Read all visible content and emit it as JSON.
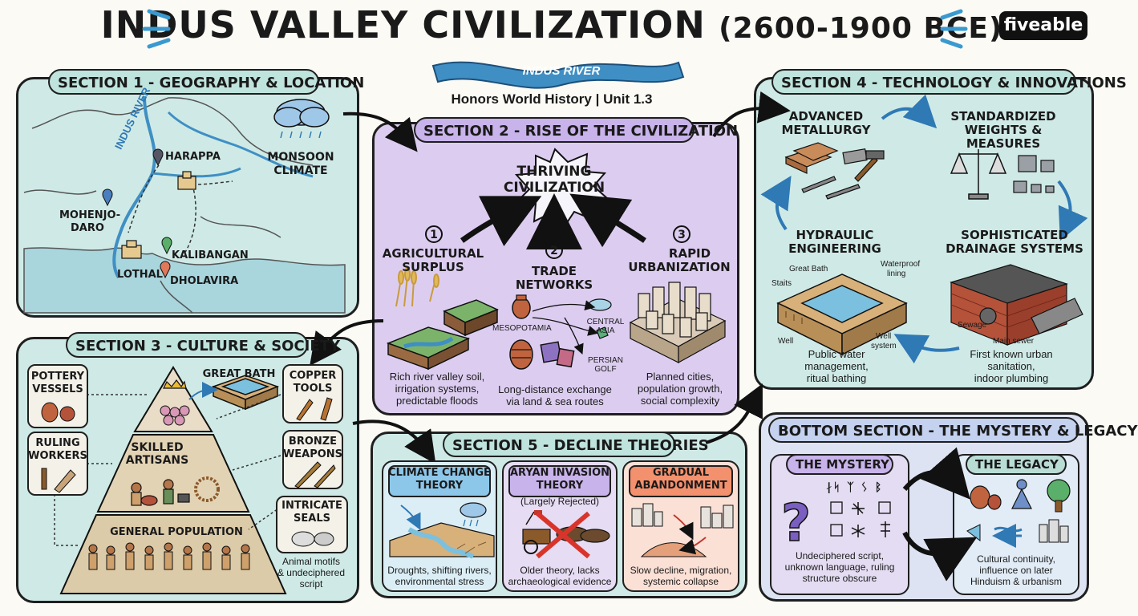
{
  "header": {
    "title_main": "INDUS VALLEY CIVILIZATION",
    "title_years": "(2600-1900 BCE)",
    "river_banner": "INDUS RIVER",
    "subtitle": "Honors World History | Unit 1.3",
    "logo": "fiveable"
  },
  "section1": {
    "heading": "SECTION 1 - GEOGRAPHY & LOCATION",
    "river_label": "INDUS RIVER",
    "sites": [
      "HARAPPA",
      "MOHENJO-",
      "DARO",
      "KALIBANGAN",
      "LOTHAL",
      "DHOLAVIRA"
    ],
    "climate_line1": "MONSOON",
    "climate_line2": "CLIMATE"
  },
  "section2": {
    "heading": "SECTION 2 - RISE OF THE CIVILIZATION",
    "center_line1": "THRIVING",
    "center_line2": "CIVILIZATION",
    "factors": [
      {
        "number": "1",
        "line1": "AGRICULTURAL",
        "line2": "SURPLUS",
        "desc1": "Rich river valley soil,",
        "desc2": "irrigation systems,",
        "desc3": "predictable floods"
      },
      {
        "number": "2",
        "line1": "TRADE",
        "line2": "NETWORKS",
        "desc1": "Long-distance exchange",
        "desc2": "via land & sea routes",
        "desc3": ""
      },
      {
        "number": "3",
        "line1": "RAPID",
        "line2": "URBANIZATION",
        "desc1": "Planned cities,",
        "desc2": "population growth,",
        "desc3": "social complexity"
      }
    ],
    "trade_places": {
      "mesopotamia": "MESOPOTAMIA",
      "central1": "CENTRAL",
      "central2": "ASIA",
      "persian1": "PERSIAN",
      "persian2": "GOLF"
    }
  },
  "section3": {
    "heading": "SECTION 3 - CULTURE & SOCIETY",
    "left_boxes": [
      {
        "line1": "POTTERY",
        "line2": "VESSELS"
      },
      {
        "line1": "RULING",
        "line2": "WORKERS"
      }
    ],
    "right_boxes": [
      {
        "line1": "COPPER",
        "line2": "TOOLS"
      },
      {
        "line1": "BRONZE",
        "line2": "WEAPONS"
      },
      {
        "line1": "INTRICATE",
        "line2": "SEALS"
      }
    ],
    "great_bath": "GREAT BATH",
    "tier2_line1": "SKILLED",
    "tier2_line2": "ARTISANS",
    "tier3": "GENERAL POPULATION",
    "seal_note1": "Animal motifs",
    "seal_note2": "& undeciphered",
    "seal_note3": "script"
  },
  "section4": {
    "heading": "SECTION 4 - TECHNOLOGY & INNOVATIONS",
    "metal_line1": "ADVANCED",
    "metal_line2": "METALLURGY",
    "weights_line1": "STANDARDIZED",
    "weights_line2": "WEIGHTS & MEASURES",
    "hydraulic_line1": "HYDRAULIC",
    "hydraulic_line2": "ENGINEERING",
    "drainage_line1": "SOPHISTICATED",
    "drainage_line2": "DRAINAGE SYSTEMS",
    "bath_labels": {
      "great_bath": "Great Bath",
      "waterproof1": "Waterproof",
      "waterproof2": "lining",
      "stairs": "Staits",
      "well": "Well",
      "well_system1": "Well",
      "well_system2": "system"
    },
    "hydraulic_desc1": "Public water",
    "hydraulic_desc2": "management,",
    "hydraulic_desc3": "ritual bathing",
    "sewage": "Sewage",
    "main_sewer": "Main sewer",
    "drain_desc1": "First known urban",
    "drain_desc2": "sanitation,",
    "drain_desc3": "indoor plumbing"
  },
  "section5": {
    "heading": "SECTION 5 - DECLINE THEORIES",
    "theories": [
      {
        "line1": "CLIMATE CHANGE",
        "line2": "THEORY",
        "note": "",
        "desc1": "Droughts, shifting rivers,",
        "desc2": "environmental stress"
      },
      {
        "line1": "ARYAN INVASION",
        "line2": "THEORY",
        "note": "(Largely Rejected)",
        "desc1": "Older theory, lacks",
        "desc2": "archaeological evidence"
      },
      {
        "line1": "GRADUAL",
        "line2": "ABANDONMENT",
        "note": "",
        "desc1": "Slow decline, migration,",
        "desc2": "systemic collapse"
      }
    ]
  },
  "section6": {
    "heading": "BOTTOM SECTION - THE MYSTERY & LEGACY",
    "mystery_heading": "THE MYSTERY",
    "mystery_desc1": "Undeciphered script,",
    "mystery_desc2": "unknown language, ruling",
    "mystery_desc3": "structure obscure",
    "legacy_heading": "THE LEGACY",
    "legacy_desc1": "Cultural continuity,",
    "legacy_desc2": "influence on later",
    "legacy_desc3": "Hinduism & urbanism",
    "script_glyphs": "∤ᛋ ᛉ ᛊ ᛒ"
  },
  "colors": {
    "teal_panel": "#cfeae6",
    "purple_panel": "#dccdf0",
    "blue_panel": "#dde3f2",
    "river": "#3f8fc4",
    "brick": "#b5523a",
    "sand": "#d7b584"
  }
}
